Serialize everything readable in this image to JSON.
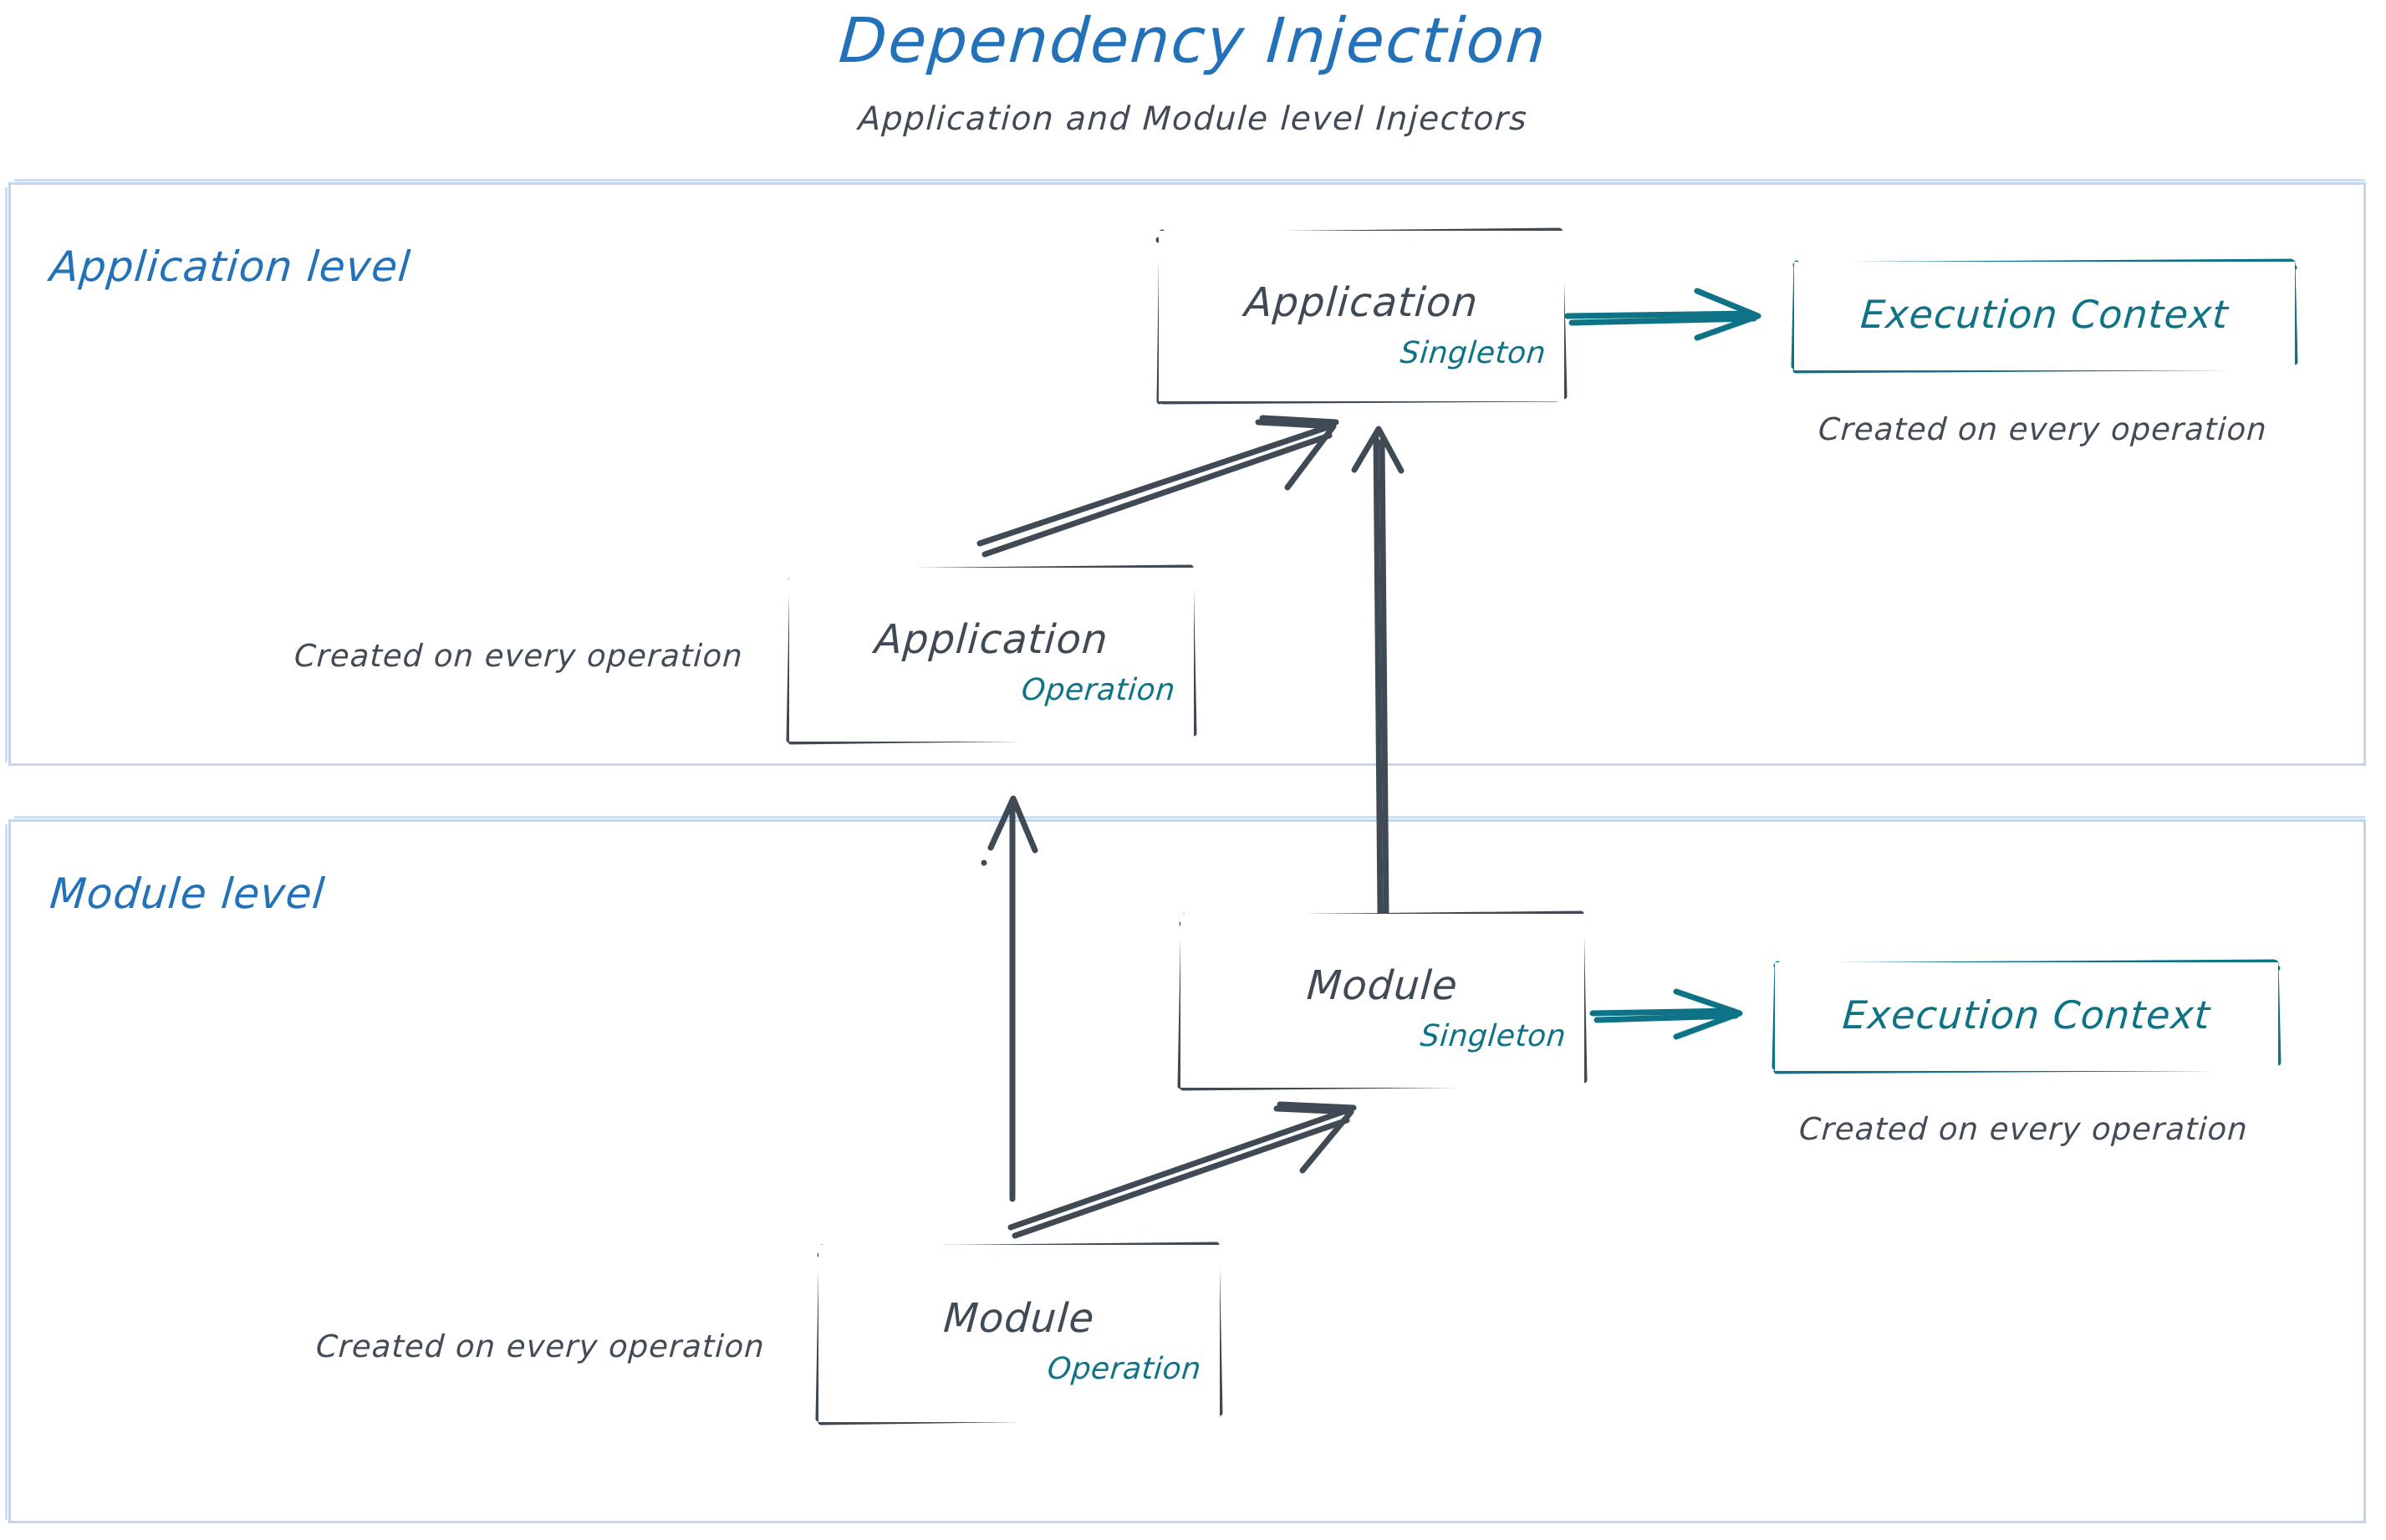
{
  "header": {
    "title": "Dependency Injection",
    "subtitle": "Application and Module level Injectors"
  },
  "colors": {
    "title_blue": "#2372b9",
    "level_border": "#c3d6ec",
    "node_stroke": "#3f4a55",
    "text_dark": "#434c56",
    "teal": "#0e7386"
  },
  "levels": [
    {
      "id": "application-level",
      "label": "Application level"
    },
    {
      "id": "module-level",
      "label": "Module level"
    }
  ],
  "nodes": {
    "application_singleton": {
      "title": "Application",
      "scope": "Singleton"
    },
    "application_operation": {
      "title": "Application",
      "scope": "Operation"
    },
    "module_singleton": {
      "title": "Module",
      "scope": "Singleton"
    },
    "module_operation": {
      "title": "Module",
      "scope": "Operation"
    },
    "exec_context_app": {
      "title": "Execution Context"
    },
    "exec_context_module": {
      "title": "Execution Context"
    }
  },
  "captions": {
    "exec_app": "Created on every operation",
    "application_op": "Created on every operation",
    "exec_module": "Created on every operation",
    "module_op": "Created on every operation"
  }
}
